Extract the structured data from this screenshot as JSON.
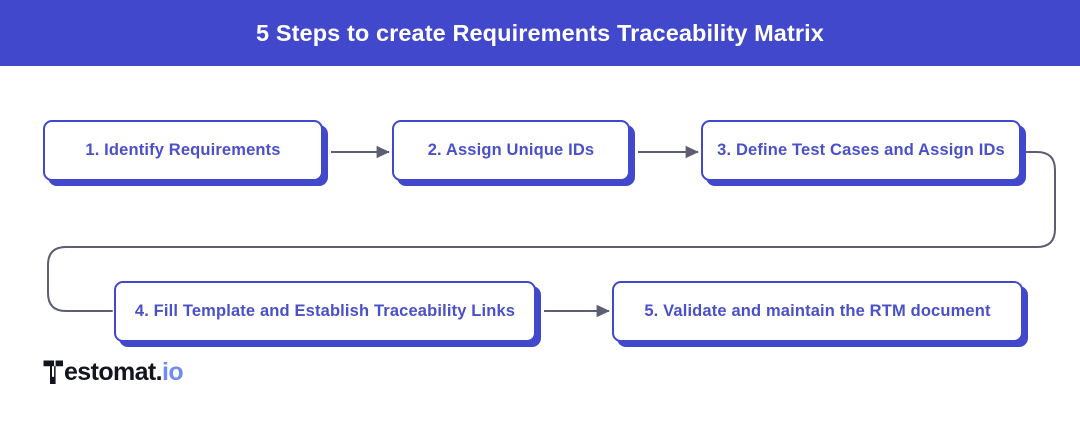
{
  "header": {
    "title": "5 Steps to create Requirements Traceability Matrix",
    "background_color": "#4148cc",
    "text_color": "#ffffff"
  },
  "theme": {
    "accent_blue": "#4148cc",
    "step_text_color": "#4a50c8",
    "connector_gray": "#5e5e72",
    "page_background": "#ffffff"
  },
  "diagram": {
    "type": "flowchart",
    "orientation": "serpentine-left-to-right",
    "step_count": 5,
    "steps": [
      {
        "number": "1.",
        "label": "1. Identify Requirements"
      },
      {
        "number": "2.",
        "label": "2. Assign Unique IDs"
      },
      {
        "number": "3.",
        "label": "3. Define Test Cases and Assign IDs"
      },
      {
        "number": "4.",
        "label": "4. Fill Template and Establish Traceability Links"
      },
      {
        "number": "5.",
        "label": "5. Validate and maintain the RTM document"
      }
    ],
    "connectors": [
      {
        "from": "1",
        "to": "2",
        "style": "straight-arrow"
      },
      {
        "from": "2",
        "to": "3",
        "style": "straight-arrow"
      },
      {
        "from": "3",
        "to": "4",
        "style": "wrap-around-curve"
      },
      {
        "from": "4",
        "to": "5",
        "style": "straight-arrow"
      }
    ]
  },
  "logo": {
    "mark": "testomat-t-icon",
    "text_main": "estomat",
    "text_dot": ".",
    "text_io": "io",
    "full_text": "Testomat.io",
    "io_color": "#6d8cf5"
  }
}
